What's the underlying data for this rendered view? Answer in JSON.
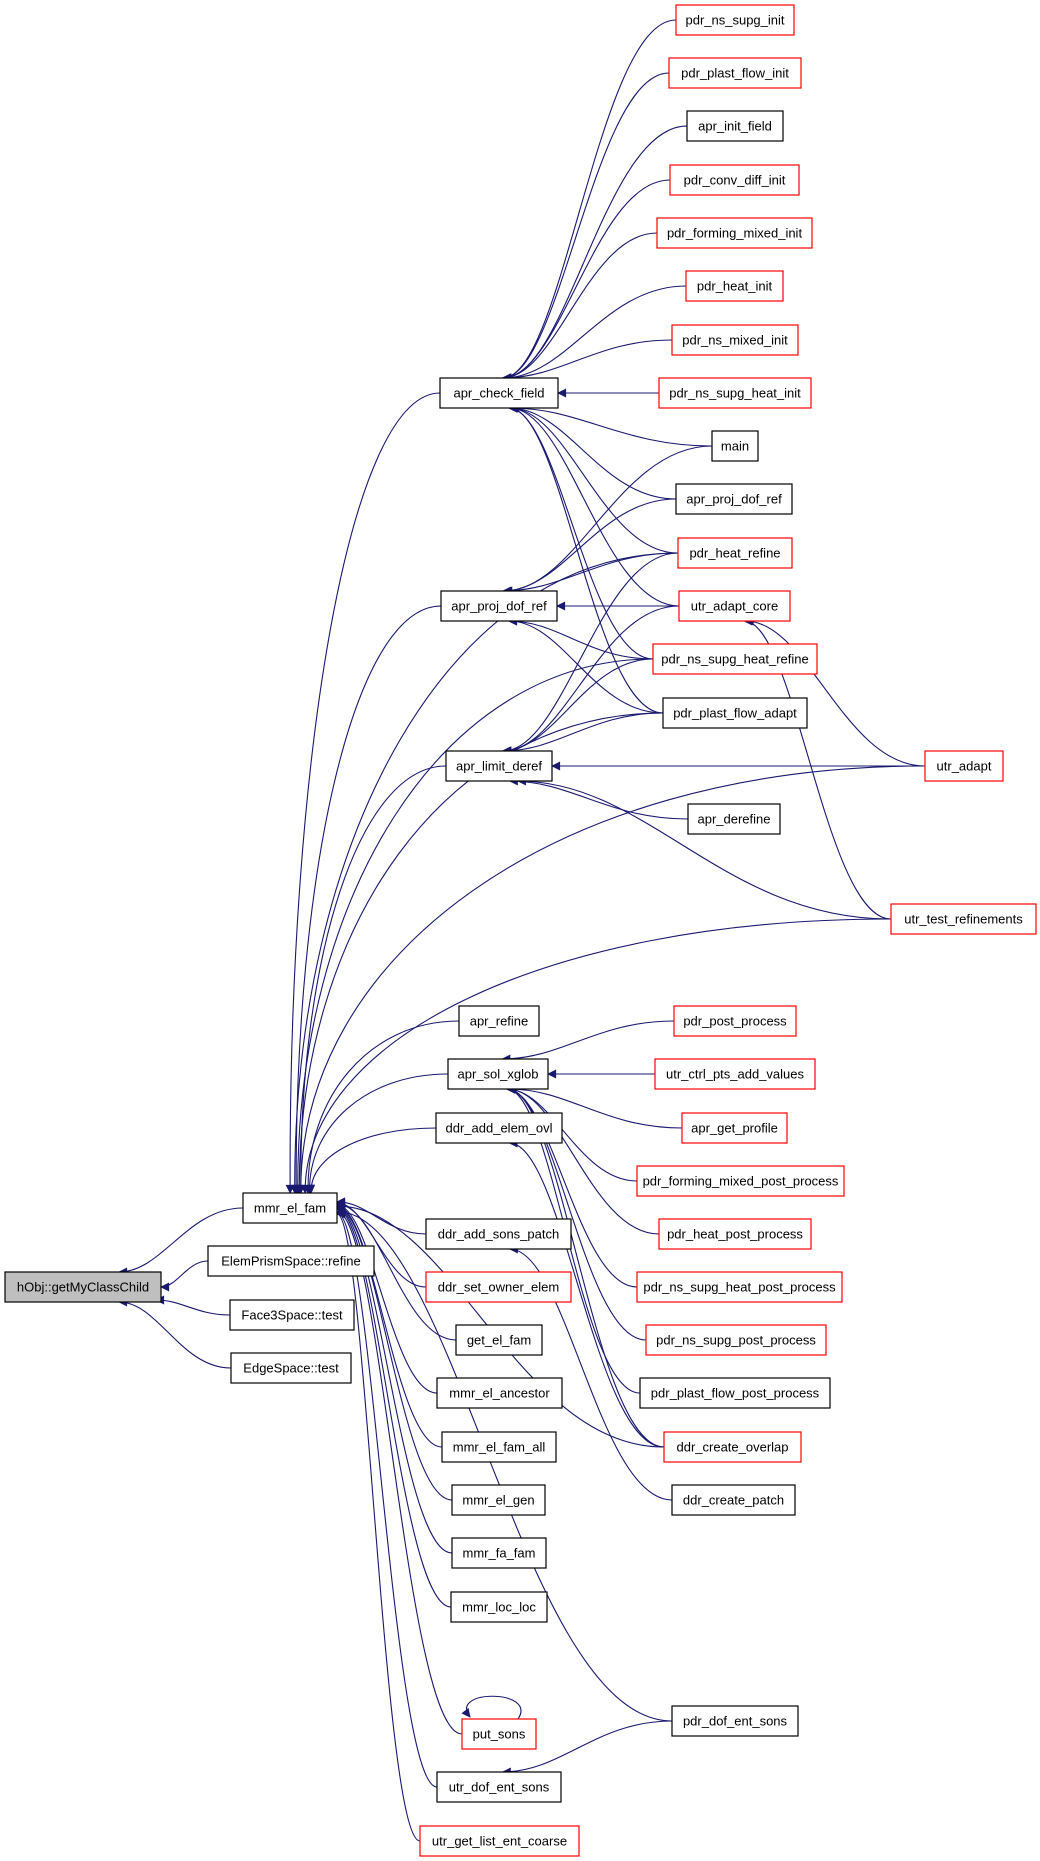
{
  "diagram": {
    "type": "doxygen-caller-graph",
    "colors": {
      "edge": "#191970",
      "arrowhead": "#191970",
      "root_fill": "#bfbfbf",
      "root_border": "#000000",
      "documented_border": "#000000",
      "undocumented_border": "#ff0000",
      "node_fill": "#ffffff"
    },
    "nodes": [
      {
        "id": "root",
        "label": "hObj::getMyClassChild",
        "style": "root"
      },
      {
        "id": "mmr_el_fam",
        "label": "mmr_el_fam",
        "style": "black"
      },
      {
        "id": "ElemPrismSpace_refine",
        "label": "ElemPrismSpace::refine",
        "style": "black"
      },
      {
        "id": "Face3Space_test",
        "label": "Face3Space::test",
        "style": "black"
      },
      {
        "id": "EdgeSpace_test",
        "label": "EdgeSpace::test",
        "style": "black"
      },
      {
        "id": "apr_check_field",
        "label": "apr_check_field",
        "style": "black"
      },
      {
        "id": "apr_proj_dof_ref_mid",
        "label": "apr_proj_dof_ref",
        "style": "black"
      },
      {
        "id": "apr_limit_deref",
        "label": "apr_limit_deref",
        "style": "black"
      },
      {
        "id": "apr_refine",
        "label": "apr_refine",
        "style": "black"
      },
      {
        "id": "apr_sol_xglob",
        "label": "apr_sol_xglob",
        "style": "black"
      },
      {
        "id": "ddr_add_elem_ovl",
        "label": "ddr_add_elem_ovl",
        "style": "black"
      },
      {
        "id": "ddr_add_sons_patch",
        "label": "ddr_add_sons_patch",
        "style": "black"
      },
      {
        "id": "ddr_set_owner_elem",
        "label": "ddr_set_owner_elem",
        "style": "red"
      },
      {
        "id": "get_el_fam",
        "label": "get_el_fam",
        "style": "black"
      },
      {
        "id": "mmr_el_ancestor",
        "label": "mmr_el_ancestor",
        "style": "black"
      },
      {
        "id": "mmr_el_fam_all",
        "label": "mmr_el_fam_all",
        "style": "black"
      },
      {
        "id": "mmr_el_gen",
        "label": "mmr_el_gen",
        "style": "black"
      },
      {
        "id": "mmr_fa_fam",
        "label": "mmr_fa_fam",
        "style": "black"
      },
      {
        "id": "mmr_loc_loc",
        "label": "mmr_loc_loc",
        "style": "black"
      },
      {
        "id": "put_sons",
        "label": "put_sons",
        "style": "red"
      },
      {
        "id": "utr_dof_ent_sons",
        "label": "utr_dof_ent_sons",
        "style": "black"
      },
      {
        "id": "utr_get_list_ent_coarse",
        "label": "utr_get_list_ent_coarse",
        "style": "red"
      },
      {
        "id": "pdr_ns_supg_init",
        "label": "pdr_ns_supg_init",
        "style": "red"
      },
      {
        "id": "pdr_plast_flow_init",
        "label": "pdr_plast_flow_init",
        "style": "red"
      },
      {
        "id": "apr_init_field",
        "label": "apr_init_field",
        "style": "black"
      },
      {
        "id": "pdr_conv_diff_init",
        "label": "pdr_conv_diff_init",
        "style": "red"
      },
      {
        "id": "pdr_forming_mixed_init",
        "label": "pdr_forming_mixed_init",
        "style": "red"
      },
      {
        "id": "pdr_heat_init",
        "label": "pdr_heat_init",
        "style": "red"
      },
      {
        "id": "pdr_ns_mixed_init",
        "label": "pdr_ns_mixed_init",
        "style": "red"
      },
      {
        "id": "pdr_ns_supg_heat_init",
        "label": "pdr_ns_supg_heat_init",
        "style": "red"
      },
      {
        "id": "main",
        "label": "main",
        "style": "black"
      },
      {
        "id": "apr_proj_dof_ref_right",
        "label": "apr_proj_dof_ref",
        "style": "black"
      },
      {
        "id": "pdr_heat_refine",
        "label": "pdr_heat_refine",
        "style": "red"
      },
      {
        "id": "utr_adapt_core",
        "label": "utr_adapt_core",
        "style": "red"
      },
      {
        "id": "pdr_ns_supg_heat_refine",
        "label": "pdr_ns_supg_heat_refine",
        "style": "red"
      },
      {
        "id": "pdr_plast_flow_adapt",
        "label": "pdr_plast_flow_adapt",
        "style": "black"
      },
      {
        "id": "apr_derefine",
        "label": "apr_derefine",
        "style": "black"
      },
      {
        "id": "utr_adapt",
        "label": "utr_adapt",
        "style": "red"
      },
      {
        "id": "utr_test_refinements",
        "label": "utr_test_refinements",
        "style": "red"
      },
      {
        "id": "pdr_post_process",
        "label": "pdr_post_process",
        "style": "red"
      },
      {
        "id": "utr_ctrl_pts_add_values",
        "label": "utr_ctrl_pts_add_values",
        "style": "red"
      },
      {
        "id": "apr_get_profile",
        "label": "apr_get_profile",
        "style": "red"
      },
      {
        "id": "pdr_forming_mixed_post_process",
        "label": "pdr_forming_mixed_post_process",
        "style": "red"
      },
      {
        "id": "pdr_heat_post_process",
        "label": "pdr_heat_post_process",
        "style": "red"
      },
      {
        "id": "pdr_ns_supg_heat_post_process",
        "label": "pdr_ns_supg_heat_post_process",
        "style": "red"
      },
      {
        "id": "pdr_ns_supg_post_process",
        "label": "pdr_ns_supg_post_process",
        "style": "red"
      },
      {
        "id": "pdr_plast_flow_post_process",
        "label": "pdr_plast_flow_post_process",
        "style": "black"
      },
      {
        "id": "ddr_create_overlap",
        "label": "ddr_create_overlap",
        "style": "red"
      },
      {
        "id": "ddr_create_patch",
        "label": "ddr_create_patch",
        "style": "black"
      },
      {
        "id": "pdr_dof_ent_sons",
        "label": "pdr_dof_ent_sons",
        "style": "black"
      }
    ],
    "edges": [
      {
        "from": "mmr_el_fam",
        "to": "root"
      },
      {
        "from": "ElemPrismSpace_refine",
        "to": "root"
      },
      {
        "from": "Face3Space_test",
        "to": "root"
      },
      {
        "from": "EdgeSpace_test",
        "to": "root"
      },
      {
        "from": "apr_check_field",
        "to": "mmr_el_fam"
      },
      {
        "from": "apr_proj_dof_ref_mid",
        "to": "mmr_el_fam"
      },
      {
        "from": "apr_limit_deref",
        "to": "mmr_el_fam"
      },
      {
        "from": "apr_refine",
        "to": "mmr_el_fam"
      },
      {
        "from": "apr_sol_xglob",
        "to": "mmr_el_fam"
      },
      {
        "from": "ddr_add_elem_ovl",
        "to": "mmr_el_fam"
      },
      {
        "from": "ddr_add_sons_patch",
        "to": "mmr_el_fam"
      },
      {
        "from": "ddr_set_owner_elem",
        "to": "mmr_el_fam"
      },
      {
        "from": "get_el_fam",
        "to": "mmr_el_fam"
      },
      {
        "from": "mmr_el_ancestor",
        "to": "mmr_el_fam"
      },
      {
        "from": "mmr_el_fam_all",
        "to": "mmr_el_fam"
      },
      {
        "from": "mmr_el_gen",
        "to": "mmr_el_fam"
      },
      {
        "from": "mmr_fa_fam",
        "to": "mmr_el_fam"
      },
      {
        "from": "mmr_loc_loc",
        "to": "mmr_el_fam"
      },
      {
        "from": "put_sons",
        "to": "mmr_el_fam"
      },
      {
        "from": "utr_dof_ent_sons",
        "to": "mmr_el_fam"
      },
      {
        "from": "utr_get_list_ent_coarse",
        "to": "mmr_el_fam"
      },
      {
        "from": "pdr_heat_refine",
        "to": "mmr_el_fam"
      },
      {
        "from": "pdr_ns_supg_heat_refine",
        "to": "mmr_el_fam"
      },
      {
        "from": "pdr_plast_flow_adapt",
        "to": "mmr_el_fam"
      },
      {
        "from": "utr_adapt",
        "to": "mmr_el_fam"
      },
      {
        "from": "utr_test_refinements",
        "to": "mmr_el_fam"
      },
      {
        "from": "ddr_create_overlap",
        "to": "mmr_el_fam"
      },
      {
        "from": "pdr_dof_ent_sons",
        "to": "mmr_el_fam"
      },
      {
        "from": "pdr_ns_supg_init",
        "to": "apr_check_field"
      },
      {
        "from": "pdr_plast_flow_init",
        "to": "apr_check_field"
      },
      {
        "from": "apr_init_field",
        "to": "apr_check_field"
      },
      {
        "from": "pdr_conv_diff_init",
        "to": "apr_check_field"
      },
      {
        "from": "pdr_forming_mixed_init",
        "to": "apr_check_field"
      },
      {
        "from": "pdr_heat_init",
        "to": "apr_check_field"
      },
      {
        "from": "pdr_ns_mixed_init",
        "to": "apr_check_field"
      },
      {
        "from": "pdr_ns_supg_heat_init",
        "to": "apr_check_field"
      },
      {
        "from": "main",
        "to": "apr_check_field"
      },
      {
        "from": "apr_proj_dof_ref_right",
        "to": "apr_check_field"
      },
      {
        "from": "pdr_heat_refine",
        "to": "apr_check_field"
      },
      {
        "from": "utr_adapt_core",
        "to": "apr_check_field"
      },
      {
        "from": "pdr_ns_supg_heat_refine",
        "to": "apr_check_field"
      },
      {
        "from": "pdr_plast_flow_adapt",
        "to": "apr_check_field"
      },
      {
        "from": "main",
        "to": "apr_proj_dof_ref_mid"
      },
      {
        "from": "apr_proj_dof_ref_right",
        "to": "apr_proj_dof_ref_mid"
      },
      {
        "from": "pdr_heat_refine",
        "to": "apr_proj_dof_ref_mid"
      },
      {
        "from": "utr_adapt_core",
        "to": "apr_proj_dof_ref_mid"
      },
      {
        "from": "pdr_ns_supg_heat_refine",
        "to": "apr_proj_dof_ref_mid"
      },
      {
        "from": "pdr_plast_flow_adapt",
        "to": "apr_proj_dof_ref_mid"
      },
      {
        "from": "pdr_heat_refine",
        "to": "apr_limit_deref"
      },
      {
        "from": "utr_adapt_core",
        "to": "apr_limit_deref"
      },
      {
        "from": "pdr_ns_supg_heat_refine",
        "to": "apr_limit_deref"
      },
      {
        "from": "pdr_plast_flow_adapt",
        "to": "apr_limit_deref"
      },
      {
        "from": "utr_adapt",
        "to": "apr_limit_deref"
      },
      {
        "from": "apr_derefine",
        "to": "apr_limit_deref"
      },
      {
        "from": "utr_test_refinements",
        "to": "apr_limit_deref"
      },
      {
        "from": "utr_adapt",
        "to": "utr_adapt_core"
      },
      {
        "from": "utr_test_refinements",
        "to": "utr_adapt_core"
      },
      {
        "from": "pdr_post_process",
        "to": "apr_sol_xglob"
      },
      {
        "from": "utr_ctrl_pts_add_values",
        "to": "apr_sol_xglob"
      },
      {
        "from": "apr_get_profile",
        "to": "apr_sol_xglob"
      },
      {
        "from": "pdr_forming_mixed_post_process",
        "to": "apr_sol_xglob"
      },
      {
        "from": "pdr_heat_post_process",
        "to": "apr_sol_xglob"
      },
      {
        "from": "pdr_ns_supg_heat_post_process",
        "to": "apr_sol_xglob"
      },
      {
        "from": "pdr_ns_supg_post_process",
        "to": "apr_sol_xglob"
      },
      {
        "from": "pdr_plast_flow_post_process",
        "to": "apr_sol_xglob"
      },
      {
        "from": "ddr_create_overlap",
        "to": "apr_sol_xglob"
      },
      {
        "from": "ddr_create_overlap",
        "to": "ddr_add_elem_ovl"
      },
      {
        "from": "ddr_create_patch",
        "to": "ddr_add_sons_patch"
      },
      {
        "from": "pdr_dof_ent_sons",
        "to": "utr_dof_ent_sons"
      },
      {
        "from": "put_sons",
        "to": "put_sons"
      }
    ]
  }
}
